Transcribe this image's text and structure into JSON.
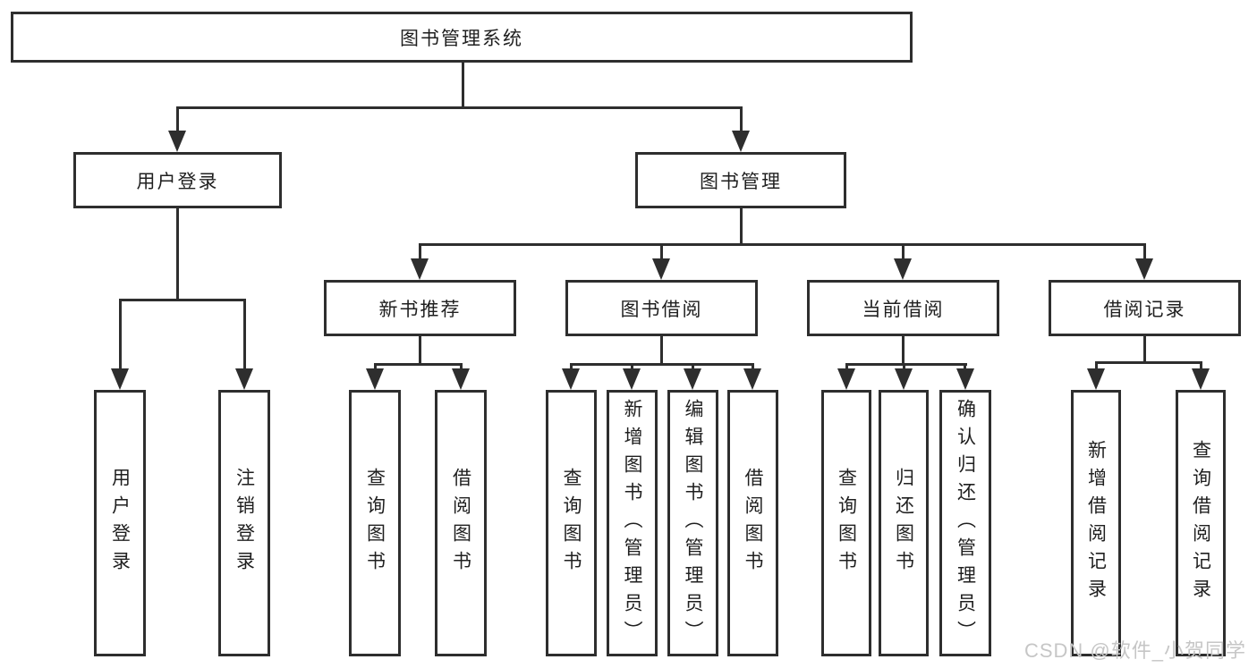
{
  "diagram": {
    "root": "图书管理系统",
    "branches": [
      {
        "label": "用户登录",
        "leaves": [
          "用户登录",
          "注销登录"
        ]
      },
      {
        "label": "图书管理",
        "groups": [
          {
            "label": "新书推荐",
            "leaves": [
              "查询图书",
              "借阅图书"
            ]
          },
          {
            "label": "图书借阅",
            "leaves": [
              "查询图书",
              "新增图书（管理员）",
              "编辑图书（管理员）",
              "借阅图书"
            ]
          },
          {
            "label": "当前借阅",
            "leaves": [
              "查询图书",
              "归还图书",
              "确认归还（管理员）"
            ]
          },
          {
            "label": "借阅记录",
            "leaves": [
              "新增借阅记录",
              "查询借阅记录"
            ]
          }
        ]
      }
    ]
  },
  "watermark": {
    "text": "CSDN @软件_小贺同学"
  },
  "colors": {
    "line": "#2e2e2e",
    "text": "#1f1f1f",
    "watermark": "#c6c6c6",
    "background": "#ffffff"
  }
}
